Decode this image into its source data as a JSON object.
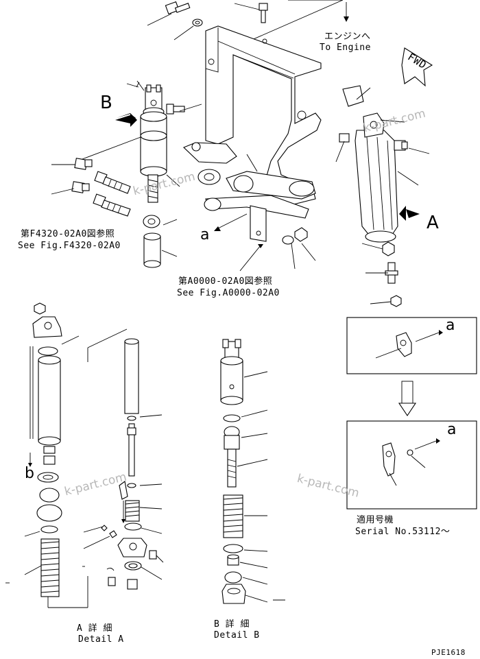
{
  "labels": {
    "to_engine_jp": "エンジンへ",
    "to_engine_en": "To Engine",
    "fwd": "FWD",
    "view_b": "B",
    "view_a": "A",
    "detail_ref_a": "a",
    "inset_ref_a1": "a",
    "inset_ref_a2": "a",
    "ref_f4320_jp": "第F4320-02A0図参照",
    "ref_f4320_en": "See Fig.F4320-02A0",
    "ref_a0000_jp": "第A0000-02A0図参照",
    "ref_a0000_en": "See Fig.A0000-02A0",
    "serial_jp": "適用号機",
    "serial_en": "Serial No.53112～",
    "detail_a_jp": "A 詳 細",
    "detail_a_en": "Detail A",
    "detail_b_jp": "B 詳 細",
    "detail_b_en": "Detail B",
    "b_marker": "b",
    "figure_code": "PJE1618"
  },
  "watermarks": [
    "k-part.com",
    "k-part.com",
    "k-part.com",
    "k-part.com"
  ]
}
